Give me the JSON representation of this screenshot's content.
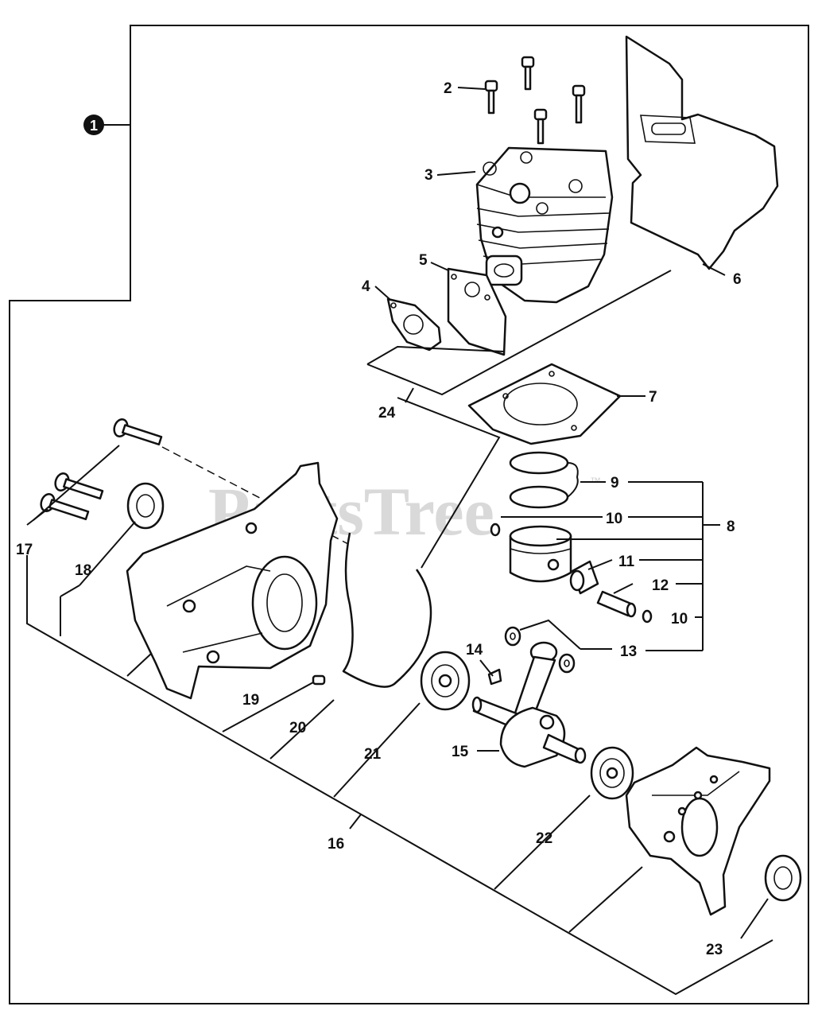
{
  "watermark": {
    "text": "PartsTree",
    "trademark": "™"
  },
  "assembly_marker": "1",
  "labels": {
    "l2": "2",
    "l3": "3",
    "l4": "4",
    "l5": "5",
    "l6": "6",
    "l7": "7",
    "l8": "8",
    "l9": "9",
    "l10a": "10",
    "l10b": "10",
    "l11": "11",
    "l12": "12",
    "l13": "13",
    "l14": "14",
    "l15": "15",
    "l16": "16",
    "l17": "17",
    "l18": "18",
    "l19": "19",
    "l20": "20",
    "l21": "21",
    "l22": "22",
    "l23": "23",
    "l24": "24"
  }
}
